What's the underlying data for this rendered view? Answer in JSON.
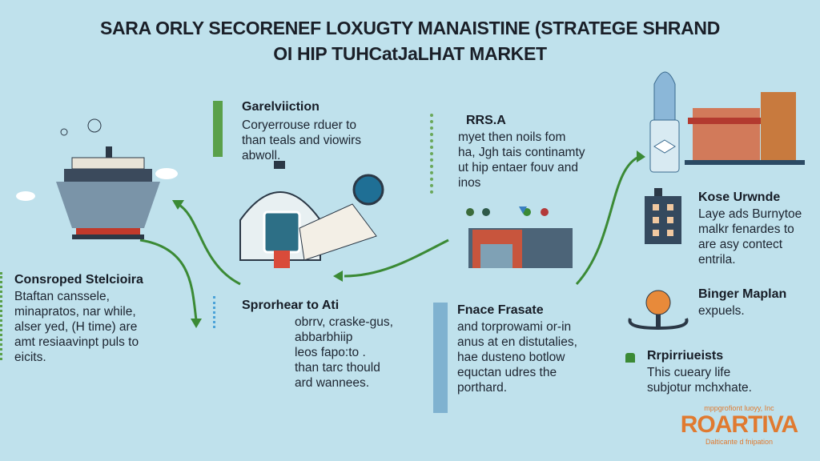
{
  "title": {
    "line1": "SARA ORLY SECORENEF LOXUGTY MANAISTINE (STRATEGE SHRAND",
    "line2": "OI HIP TUHCatJaLHAT MARKET"
  },
  "sections": [
    {
      "heading": "Garelviiction",
      "lines": [
        "Coryerrouse rduer to",
        "than teals and viowirs",
        "abwoll."
      ]
    },
    {
      "heading": "RRS.A",
      "lines": [
        "myet then noils fom",
        "ha, Jgh tais continamty",
        "ut hip entaer fouv and",
        "inos"
      ]
    },
    {
      "heading": "Kose Urwnde",
      "lines": [
        "Laye ads Burnytoe",
        "malkr fenardes to",
        "are asy contect",
        "entrila."
      ]
    },
    {
      "heading": "Consroped Stelcioira",
      "lines": [
        "Btaftan canssele,",
        "minapratos, nar while,",
        "alser yed, (H time) are",
        "amt resiaavinpt puls to",
        "eicits."
      ]
    },
    {
      "heading": "Sprorhear to Ati",
      "lines": [
        "obrrv, craske-gus,",
        "abbarbhiip",
        "leos fapo:to .",
        "than tarc thould",
        "ard wannees."
      ]
    },
    {
      "heading": "Fnace Frasate",
      "lines": [
        "and torprowami or-in",
        "anus at en distutalies,",
        "hae dusteno botlow",
        "equctan udres the",
        "porthard."
      ]
    },
    {
      "heading": "Binger Maplan",
      "lines": [
        "expuels."
      ]
    },
    {
      "heading": "Rrpirriueists",
      "lines": [
        "This cueary life",
        "subjotur mchxhate."
      ]
    }
  ],
  "logo": {
    "top": "mppgrofiont luoyy, Inc",
    "name": "ROARTIVA",
    "bottom": "Dalticante d fnipation"
  },
  "colors": {
    "background": "#bfe1ec",
    "arrow": "#3b8a35",
    "accent": "#e07a30"
  }
}
